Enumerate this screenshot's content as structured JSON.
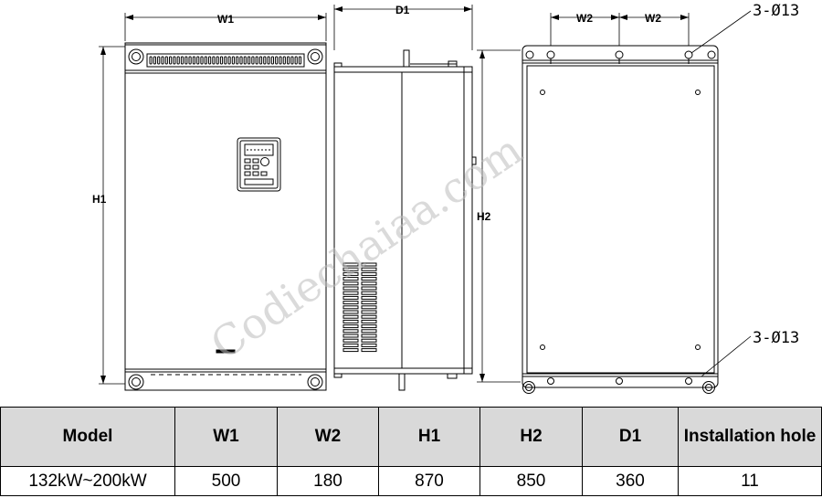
{
  "drawing": {
    "dim_w1": "W1",
    "dim_d1": "D1",
    "dim_w2_left": "W2",
    "dim_w2_right": "W2",
    "dim_h1": "H1",
    "dim_h2": "H2",
    "hole_label_top": "3-Ø13",
    "hole_label_bottom": "3-Ø13",
    "watermark": "Codiechaiaa.com"
  },
  "table": {
    "headers": [
      "Model",
      "W1",
      "W2",
      "H1",
      "H2",
      "D1",
      "Installation hole"
    ],
    "rows": [
      [
        "132kW~200kW",
        "500",
        "180",
        "870",
        "850",
        "360",
        "11"
      ]
    ]
  }
}
